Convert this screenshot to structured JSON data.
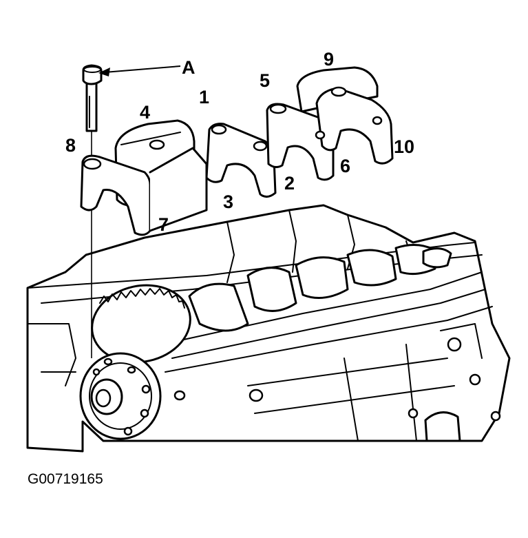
{
  "diagram": {
    "callouts": {
      "a": "A",
      "n1": "1",
      "n2": "2",
      "n3": "3",
      "n4": "4",
      "n5": "5",
      "n6": "6",
      "n7": "7",
      "n8": "8",
      "n9": "9",
      "n10": "10"
    },
    "figure_code": "G00719165"
  }
}
